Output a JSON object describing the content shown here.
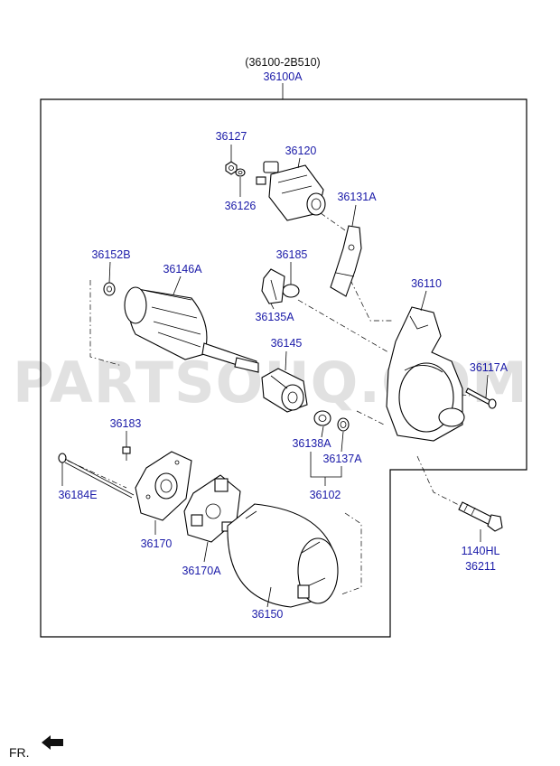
{
  "assembly": {
    "code_paren": "(36100-2B510)",
    "code": "36100A"
  },
  "watermark": "PARTSOUQ.COM",
  "parts": {
    "p36127": "36127",
    "p36120": "36120",
    "p36126": "36126",
    "p36131A": "36131A",
    "p36152B": "36152B",
    "p36146A": "36146A",
    "p36185": "36185",
    "p36110": "36110",
    "p36135A": "36135A",
    "p36145": "36145",
    "p36117A": "36117A",
    "p36183": "36183",
    "p36138A": "36138A",
    "p36137A": "36137A",
    "p36184E": "36184E",
    "p36102": "36102",
    "p36170": "36170",
    "p36170A": "36170A",
    "p1140HL": "1140HL",
    "p36211": "36211",
    "p36150": "36150"
  },
  "footer": {
    "direction": "FR."
  },
  "colors": {
    "part_number": "#1a1aa8",
    "label_black": "#111111",
    "watermark": "#c8c8c8"
  }
}
